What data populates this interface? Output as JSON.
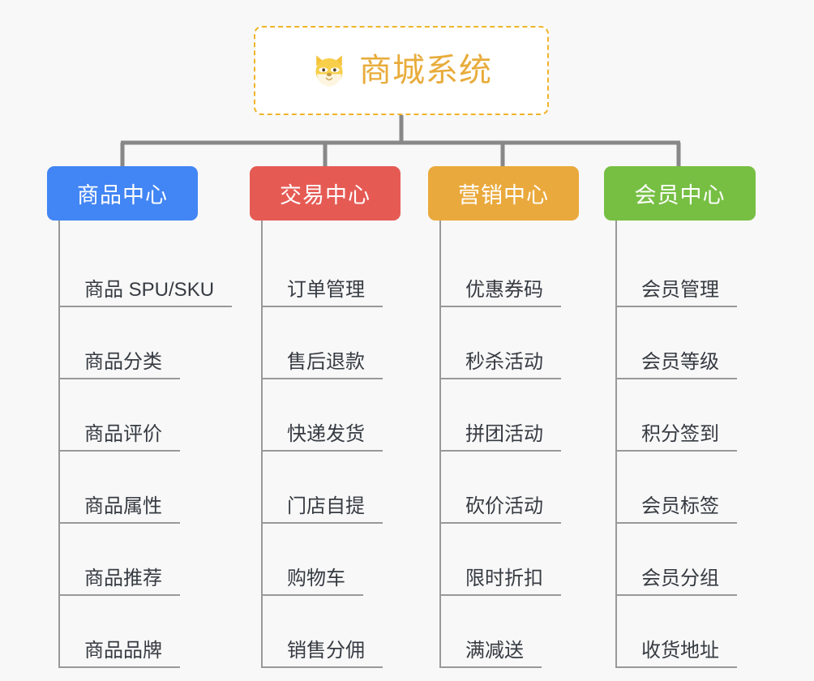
{
  "page": {
    "background_color": "#f8f8f8",
    "line_color": "#999999",
    "type": "mindmap-org-chart"
  },
  "root": {
    "icon": "shiba-dog-icon",
    "title": "商城系统",
    "title_color": "#e8ac3b",
    "border_color": "#f0b429",
    "border_style": "dashed"
  },
  "branches": [
    {
      "label": "商品中心",
      "color": "#4285f4",
      "items": [
        "商品 SPU/SKU",
        "商品分类",
        "商品评价",
        "商品属性",
        "商品推荐",
        "商品品牌"
      ]
    },
    {
      "label": "交易中心",
      "color": "#e55b54",
      "items": [
        "订单管理",
        "售后退款",
        "快递发货",
        "门店自提",
        "购物车",
        "销售分佣"
      ]
    },
    {
      "label": "营销中心",
      "color": "#eaa93c",
      "items": [
        "优惠券码",
        "秒杀活动",
        "拼团活动",
        "砍价活动",
        "限时折扣",
        "满减送"
      ]
    },
    {
      "label": "会员中心",
      "color": "#77bf43",
      "items": [
        "会员管理",
        "会员等级",
        "积分签到",
        "会员标签",
        "会员分组",
        "收货地址"
      ]
    }
  ]
}
